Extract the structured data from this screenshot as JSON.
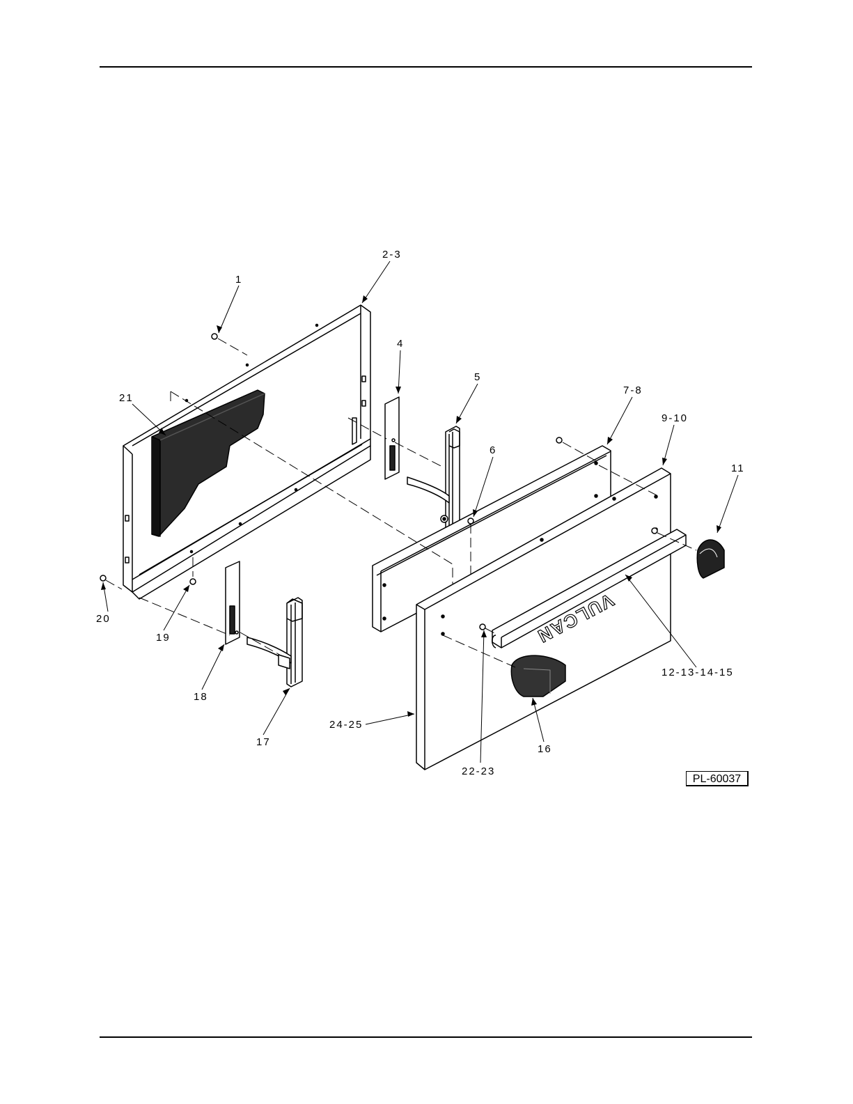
{
  "drawing": {
    "reference": "PL-60037",
    "brand_mark": "VULCAN"
  },
  "callouts": {
    "c1": "1",
    "c2": "2-3",
    "c4": "4",
    "c5": "5",
    "c6": "6",
    "c7": "7-8",
    "c9": "9-10",
    "c11": "11",
    "c12": "12-13-14-15",
    "c16": "16",
    "c17": "17",
    "c18": "18",
    "c19": "19",
    "c20": "20",
    "c21": "21",
    "c22": "22-23",
    "c24": "24-25"
  }
}
